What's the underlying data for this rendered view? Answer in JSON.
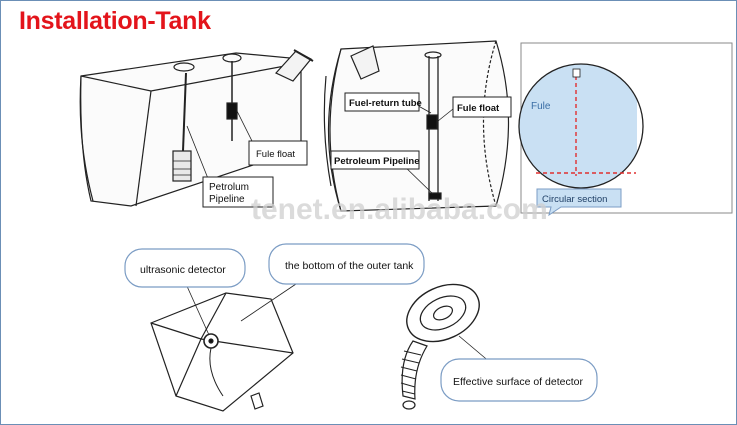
{
  "title": "Installation-Tank",
  "watermark": "tenet.en.alibaba.com",
  "top_left": {
    "fuel_float_label": "Fule float",
    "petroleum_label_line1": "Petrolum",
    "petroleum_label_line2": "Pipeline"
  },
  "top_middle": {
    "fuel_return_label": "Fuel-return tube",
    "fuel_float_label": "Fule float",
    "petroleum_label": "Petroleum Pipeline"
  },
  "top_right": {
    "fuel_label": "Fule",
    "section_label": "Circular section"
  },
  "bottom": {
    "ultrasonic_label": "ultrasonic detector",
    "outer_tank_label": "the bottom of the outer tank",
    "effective_surface_label": "Effective surface of detector"
  },
  "colors": {
    "title": "#e3141b",
    "frame_border": "#6b8fb6",
    "fuel_fill": "#c9e0f3",
    "callout_border": "#7b9cc4",
    "red_dashed": "#e03030"
  }
}
